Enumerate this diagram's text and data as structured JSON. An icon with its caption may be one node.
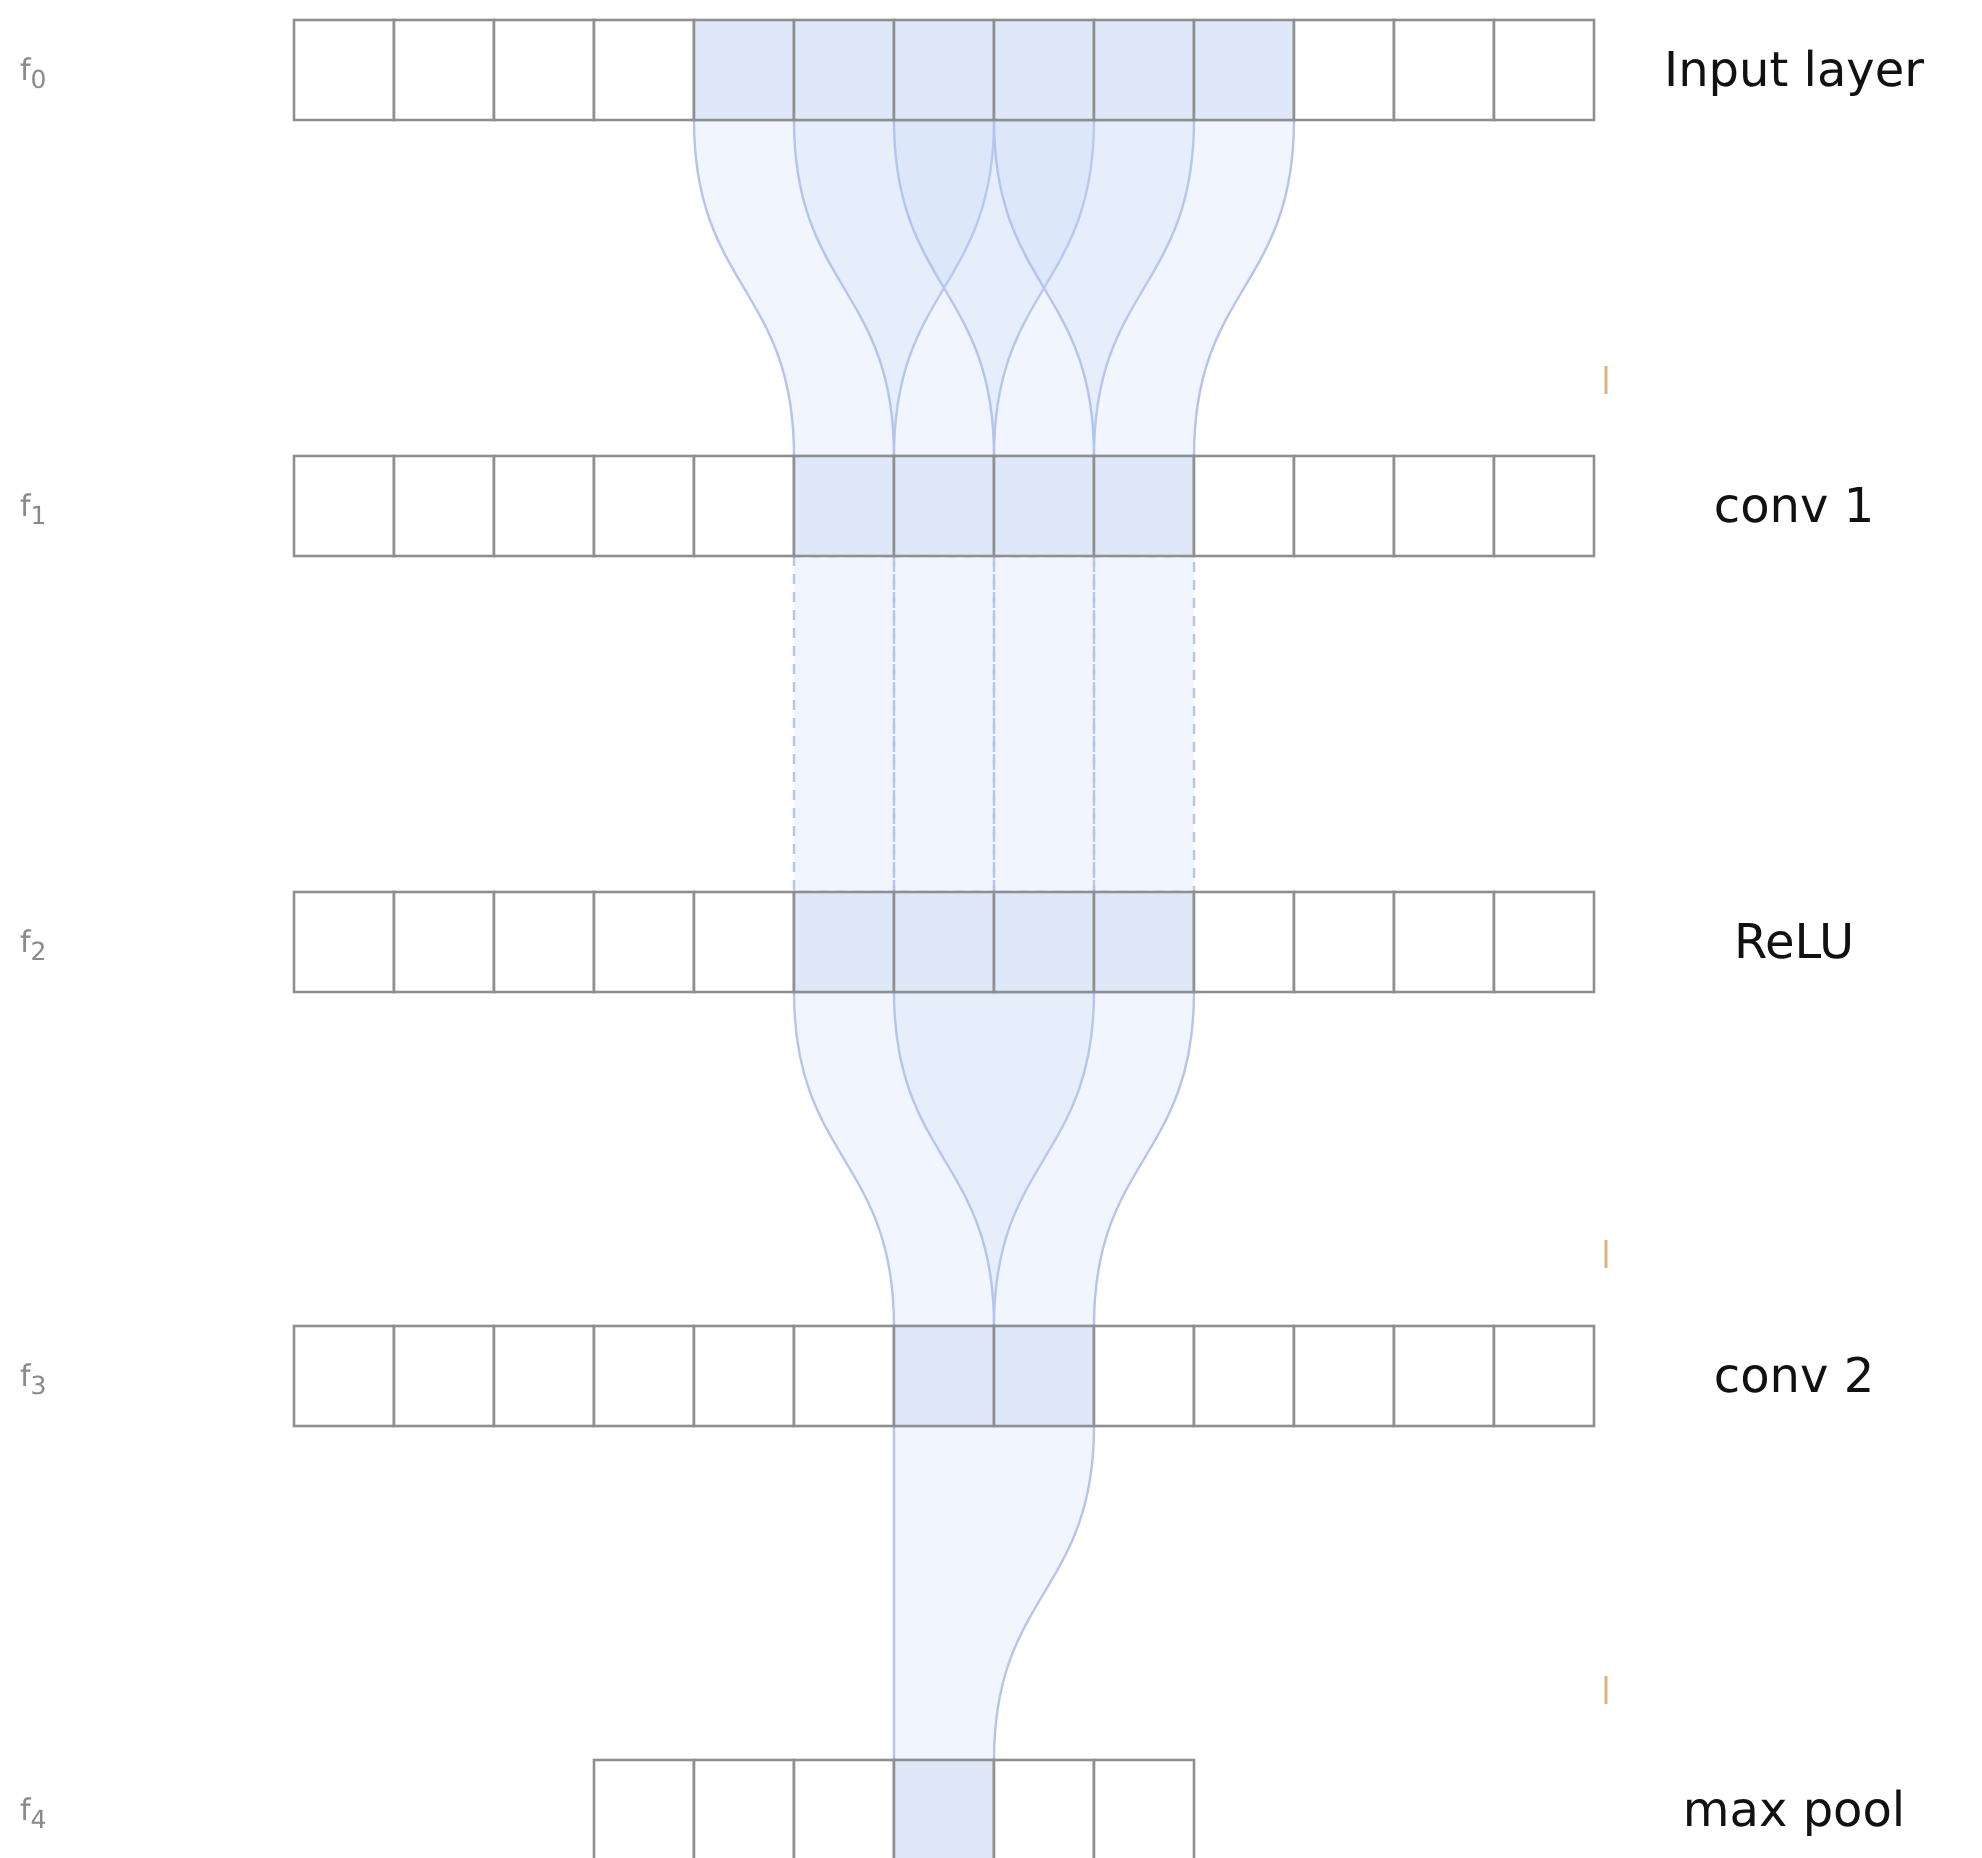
{
  "diagram": {
    "labels": [
      "f$_{0}$",
      "Input layer",
      "f$_{1}$",
      "conv 1",
      "f$_{2}$",
      "ReLU",
      "f$_{3}$",
      "conv 2",
      "f$_{4}$",
      "max pool"
    ]
  }
}
